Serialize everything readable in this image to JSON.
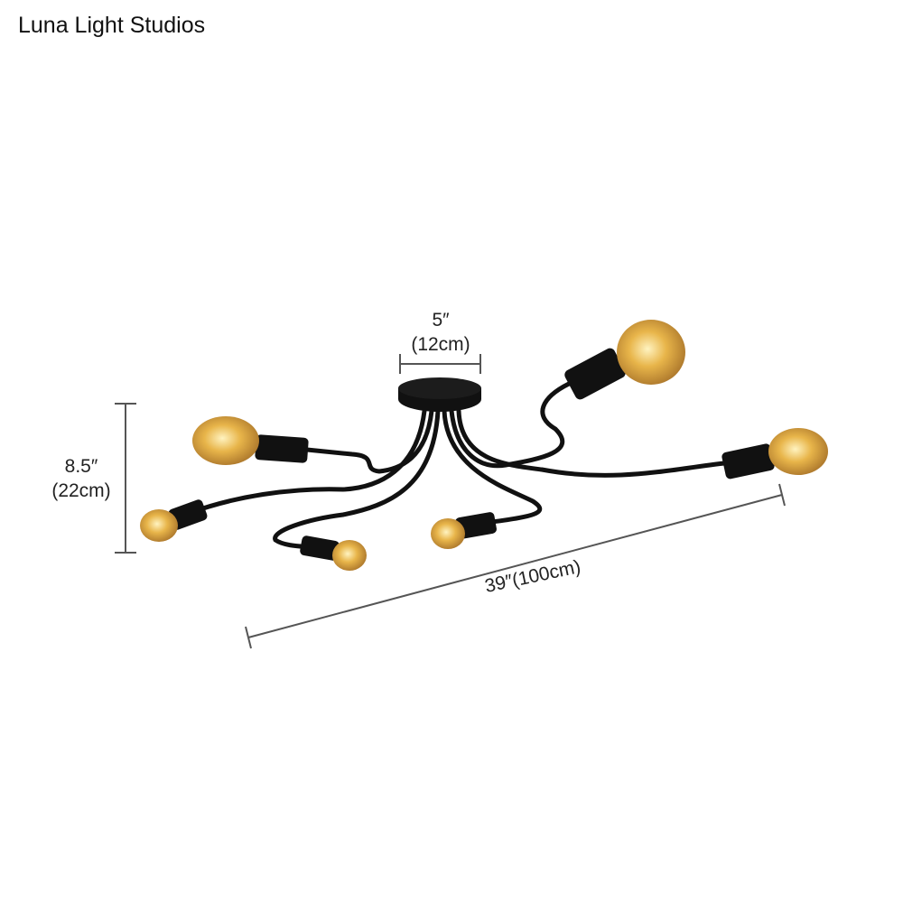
{
  "brand": "Luna Light Studios",
  "dimensions": {
    "canopy_inch": "5″",
    "canopy_cm": "(12cm)",
    "height_inch": "8.5″",
    "height_cm": "(22cm)",
    "width": "39″(100cm)"
  },
  "colors": {
    "metal": "#111111",
    "bulb": "#e8b54a",
    "dim_line": "#555555"
  }
}
